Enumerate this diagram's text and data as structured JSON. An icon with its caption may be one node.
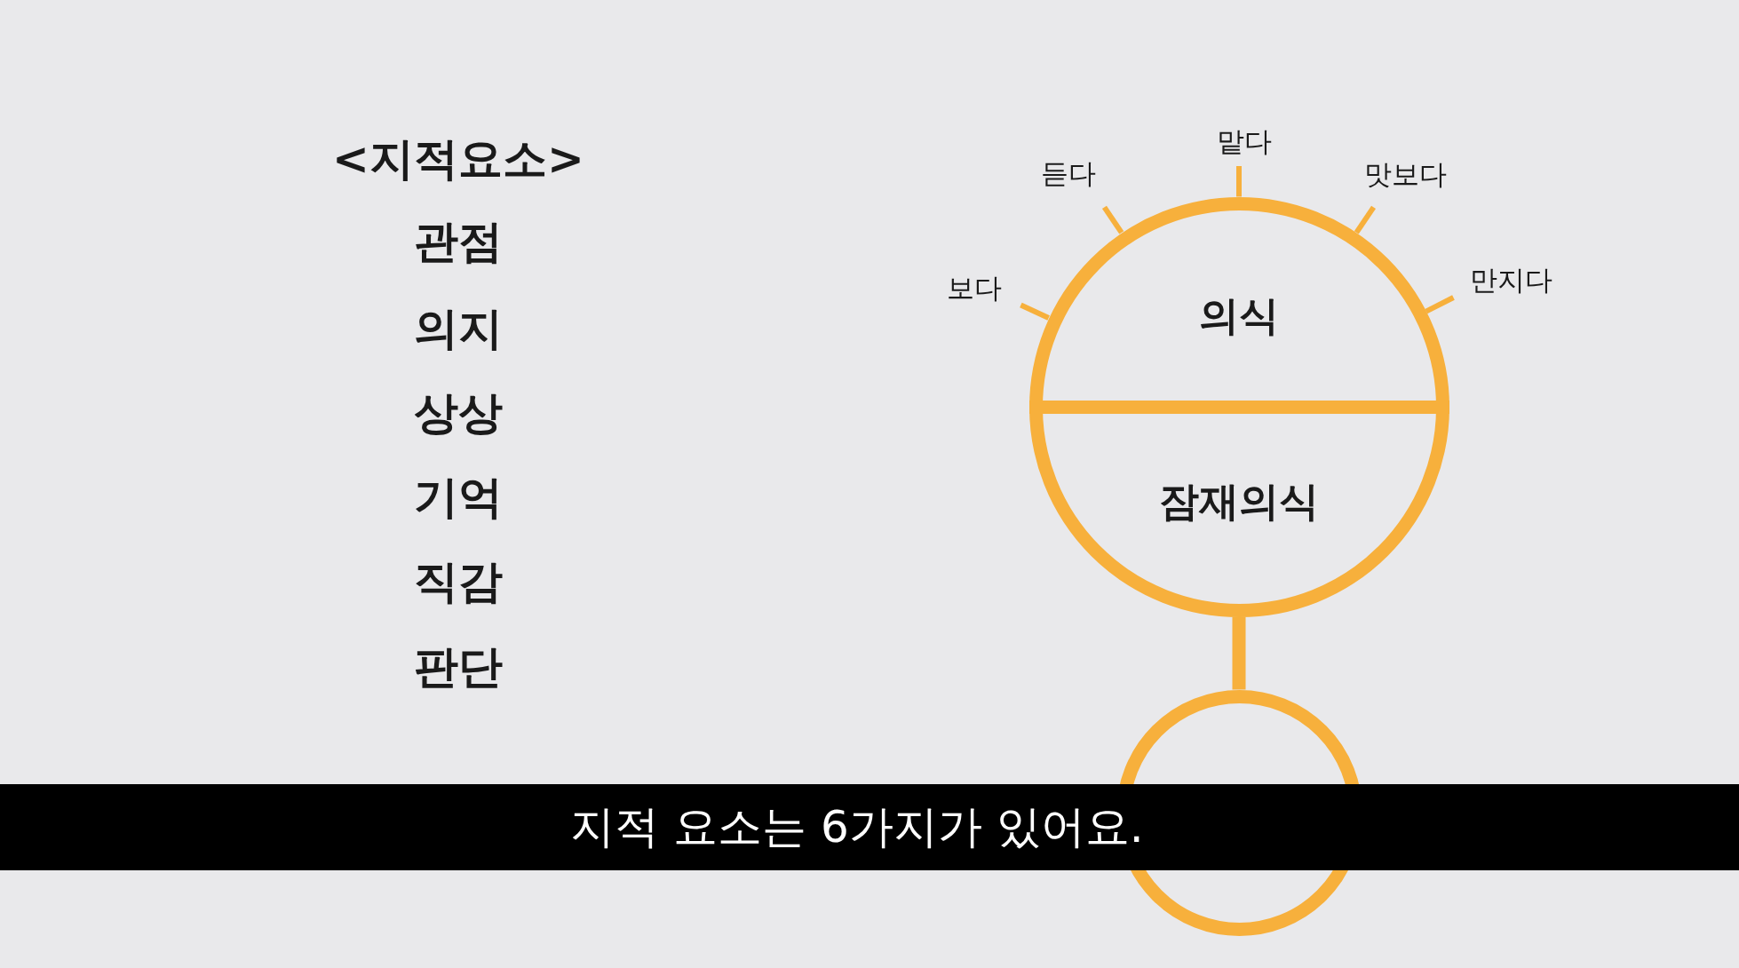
{
  "diagram": {
    "title": "<지적요소>",
    "caption": "지적 요소는 6가지가 있어요.",
    "nodes": [
      {
        "text": [
          "의식"
        ]
      },
      {
        "text": [
          "잠재의식"
        ]
      },
      {
        "text": [],
        "shape": "circle"
      },
      {
        "text": [
          "보다"
        ]
      },
      {
        "text": [
          "듣다"
        ]
      },
      {
        "text": [
          "맡다"
        ]
      },
      {
        "text": [
          "맛보다"
        ]
      },
      {
        "text": [
          "만지다"
        ]
      }
    ],
    "edges": [
      {
        "from": 1,
        "to": 2,
        "arrow": "none",
        "style": "thick"
      },
      {
        "from": 3,
        "to": 0,
        "arrow": "none"
      },
      {
        "from": 4,
        "to": 0,
        "arrow": "none"
      },
      {
        "from": 5,
        "to": 0,
        "arrow": "none"
      },
      {
        "from": 6,
        "to": 0,
        "arrow": "none"
      },
      {
        "from": 7,
        "to": 0,
        "arrow": "none"
      }
    ],
    "labels": [
      "관점",
      "의지",
      "상상",
      "기억",
      "직감",
      "판단"
    ]
  }
}
